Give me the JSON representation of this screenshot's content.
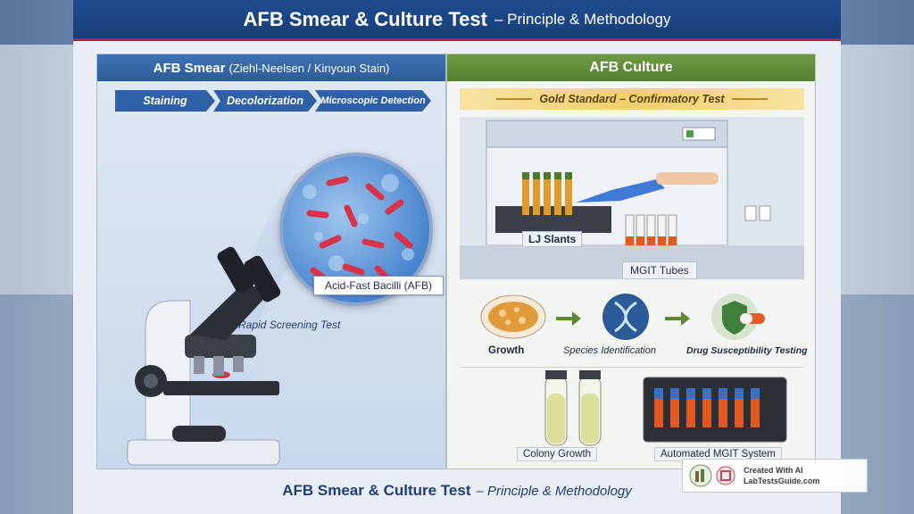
{
  "header": {
    "title": "AFB Smear & Culture Test",
    "subtitle": "– Principle & Methodology"
  },
  "smear": {
    "title": "AFB Smear",
    "title_paren": "(Ziehl-Neelsen / Kinyoun Stain)",
    "steps": [
      "Staining",
      "Decolorization",
      "Microscopic Detection"
    ],
    "afb_label": "Acid-Fast Bacilli (AFB)",
    "rapid_label": "Rapid Screening Test"
  },
  "culture": {
    "title": "AFB Culture",
    "banner": "Gold Standard – Confirmatory Test",
    "lj_label": "LJ Slants",
    "mgit_label": "MGIT Tubes",
    "flow": [
      "Growth",
      "Species Identification",
      "Drug Susceptibility Testing"
    ],
    "colony_label": "Colony Growth",
    "system_label": "Automated MGIT System"
  },
  "footer": {
    "title": "AFB Smear & Culture Test",
    "subtitle": "– Principle & Methodology"
  },
  "watermark": {
    "line1": "Created With AI",
    "line2": "LabTestsGuide.com"
  },
  "colors": {
    "banner_blue": "#1f4d8f",
    "accent_red": "#b8252d",
    "culture_green": "#6e9a44",
    "gold": "#f2cf6a",
    "bacilli": "#d9334a"
  }
}
